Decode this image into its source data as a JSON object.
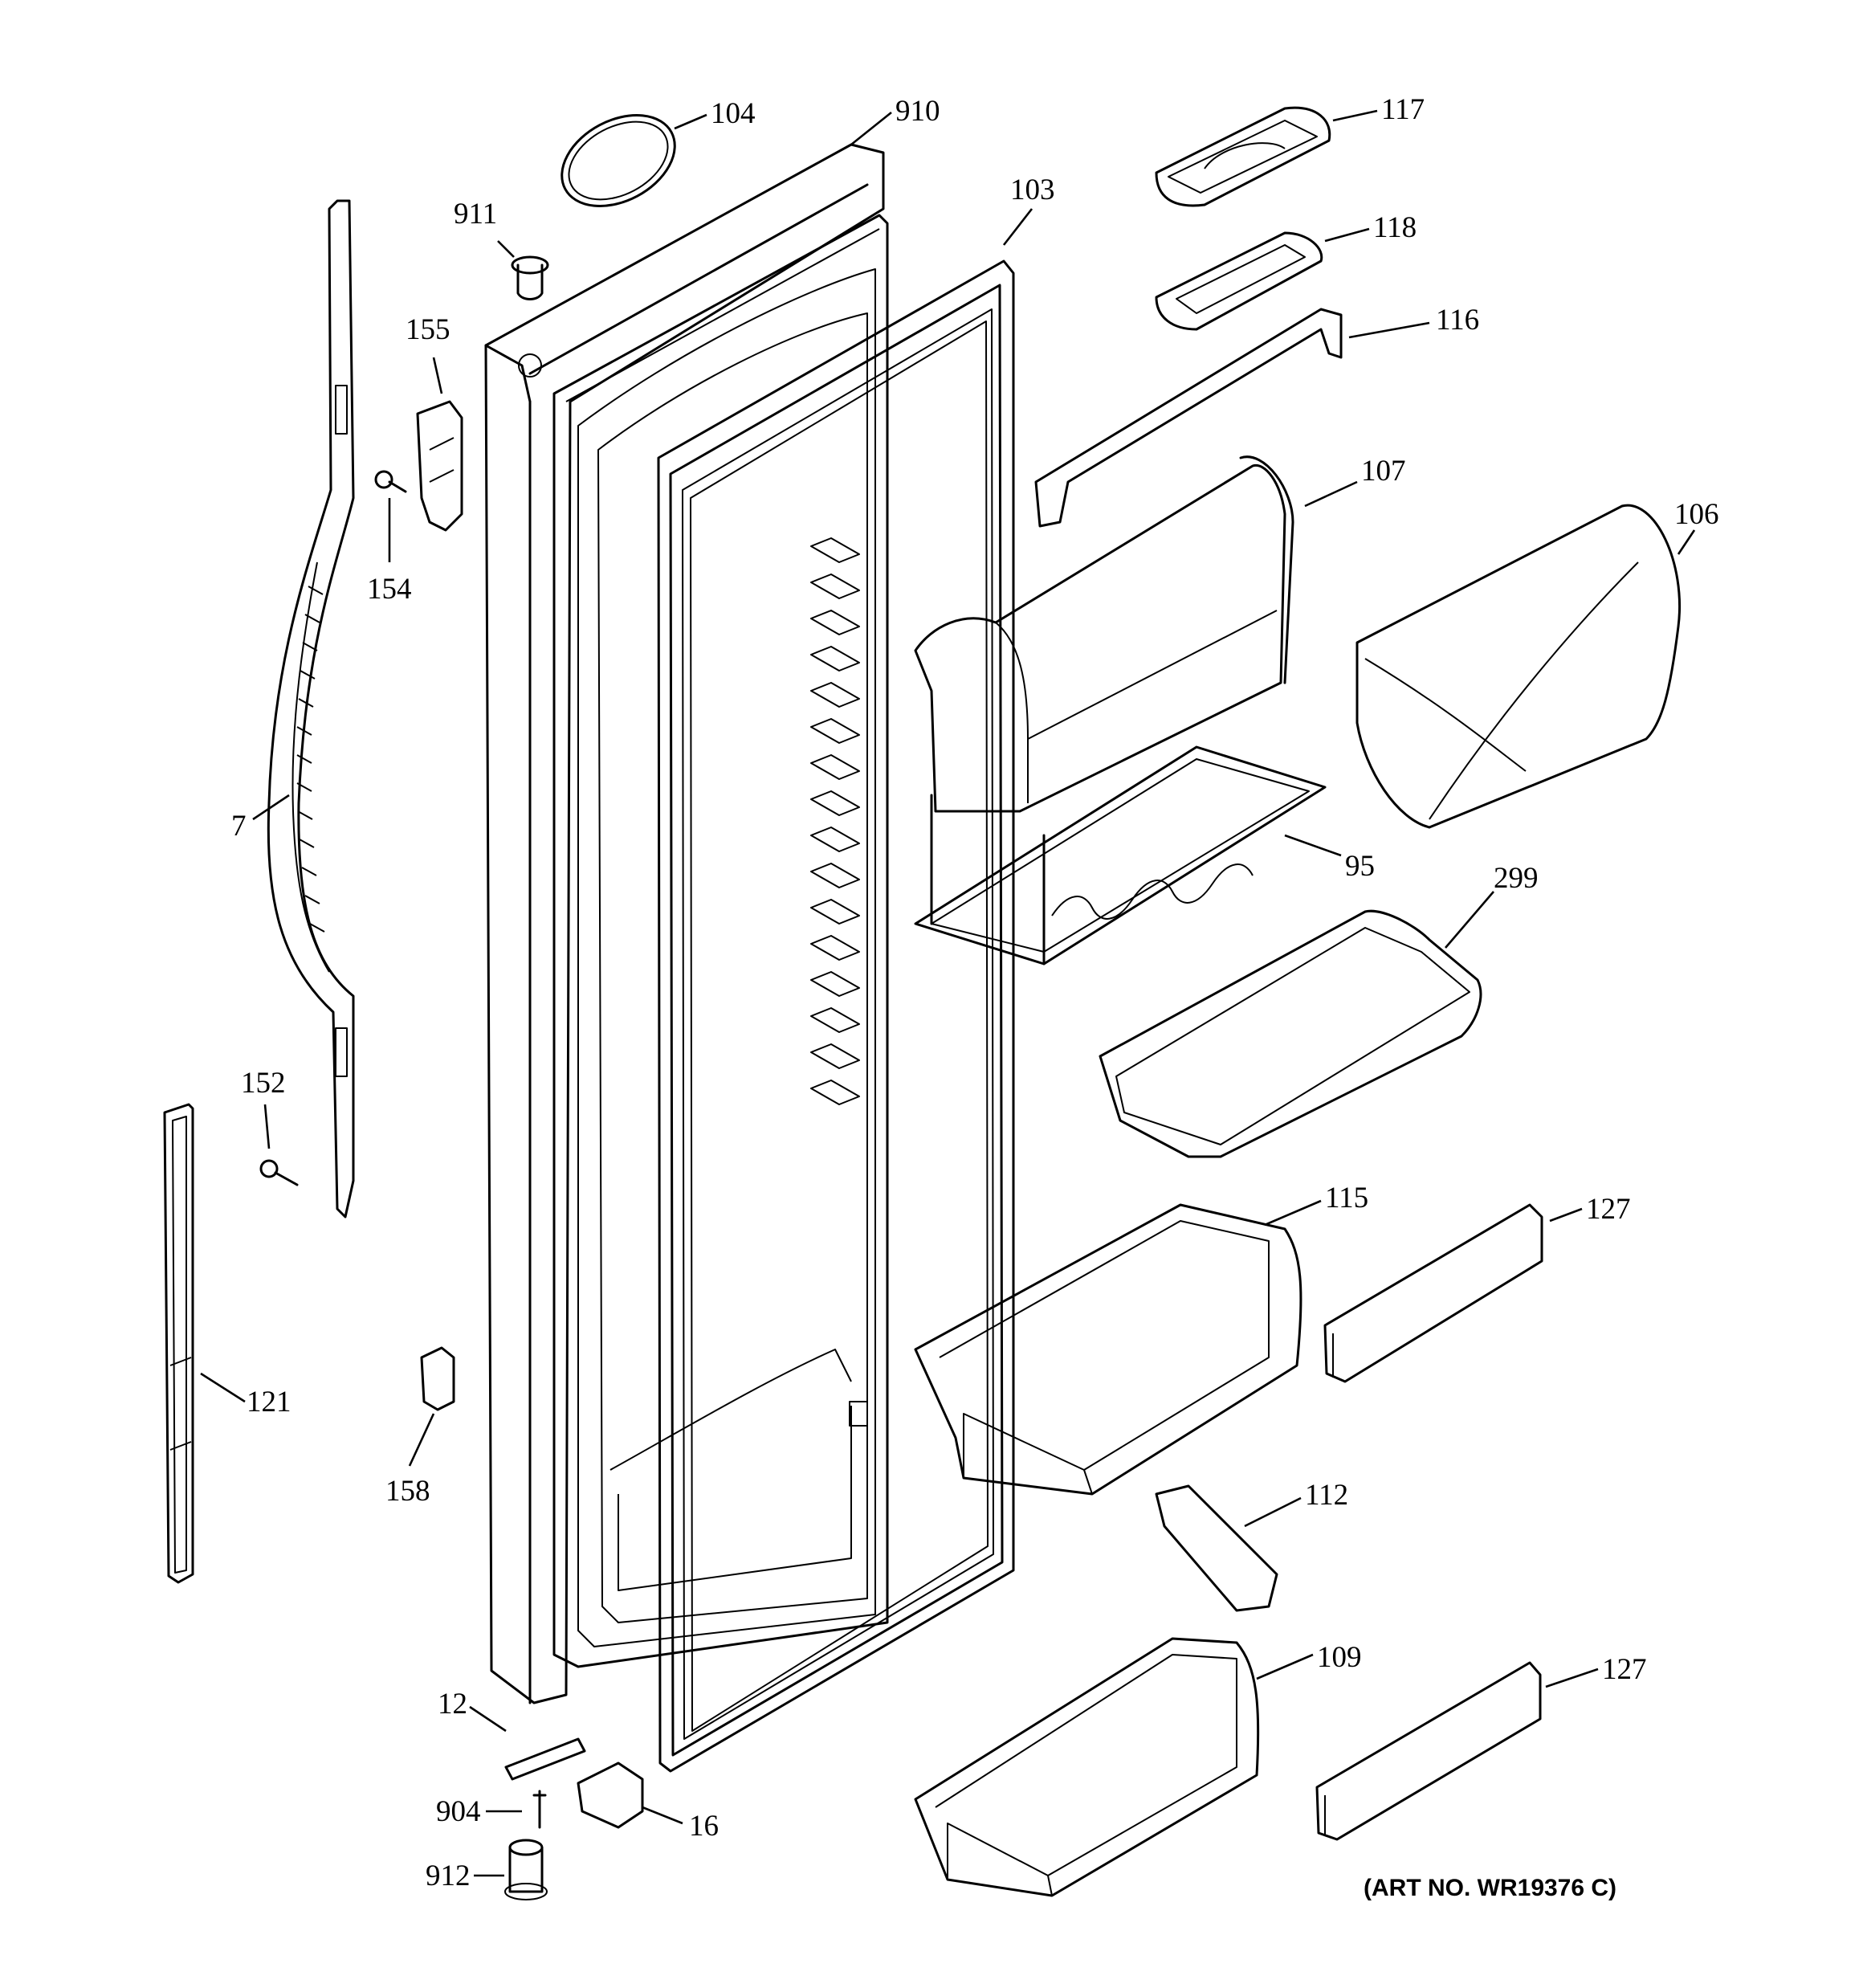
{
  "labels": {
    "p104": "104",
    "p910": "910",
    "p103": "103",
    "p117": "117",
    "p118": "118",
    "p116": "116",
    "p911": "911",
    "p155": "155",
    "p154": "154",
    "p107": "107",
    "p106": "106",
    "p7": "7",
    "p95": "95",
    "p299": "299",
    "p152": "152",
    "p115": "115",
    "p127a": "127",
    "p121": "121",
    "p158": "158",
    "p112": "112",
    "p12": "12",
    "p109": "109",
    "p127b": "127",
    "p904": "904",
    "p16": "16",
    "p912": "912"
  },
  "art_number": "(ART NO. WR19376 C)"
}
